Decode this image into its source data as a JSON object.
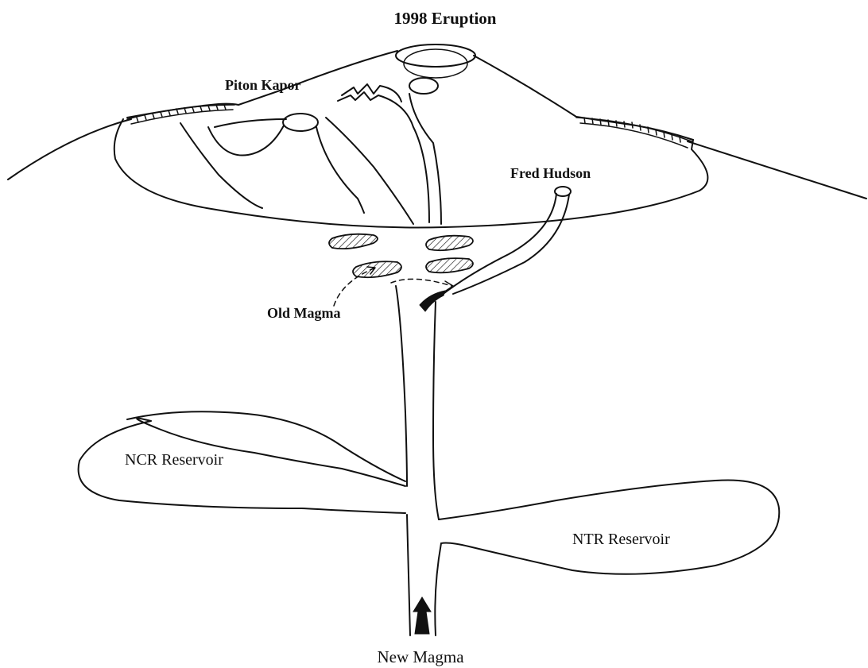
{
  "title": "1998 Eruption",
  "labels": {
    "piton_kapor": "Piton Kapor",
    "fred_hudson": "Fred Hudson",
    "old_magma": "Old Magma",
    "ncr_reservoir": "NCR Reservoir",
    "ntr_reservoir": "NTR Reservoir",
    "new_magma": "New Magma"
  }
}
